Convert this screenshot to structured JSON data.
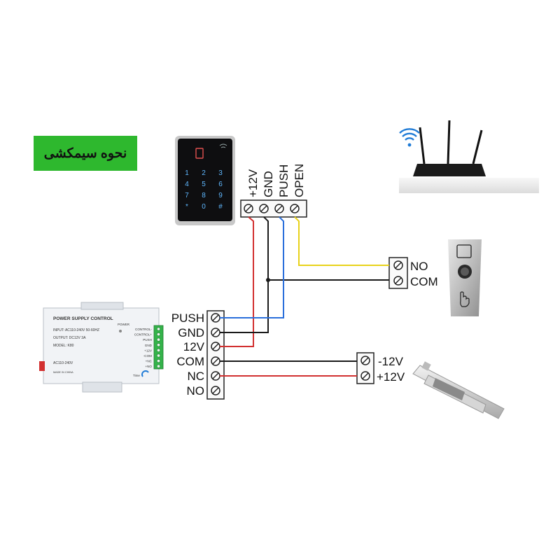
{
  "title_badge": {
    "text": "نحوه سیمکشی",
    "bg": "#2eb82e"
  },
  "keypad": {
    "keys": [
      "1",
      "2",
      "3",
      "4",
      "5",
      "6",
      "7",
      "8",
      "9",
      "*",
      "0",
      "#"
    ],
    "terminals": [
      "+12V",
      "GND",
      "PUSH",
      "OPEN"
    ]
  },
  "power_supply": {
    "title": "POWER SUPPLY CONTROL",
    "power_label": "POWER",
    "spec_lines": [
      "INPUT: AC110-240V  50-60HZ",
      "OUTPUT: DC12V  3A",
      "MODEL: K80"
    ],
    "ac_label": "AC110-240V",
    "made_in": "MADE IN CHINA",
    "time_label": "Time",
    "side_pins": [
      "CONTROL-",
      "CONTROL+",
      "PUSH",
      "GND",
      "+12V",
      "-COM",
      "+NC",
      "+NO"
    ],
    "terminals": [
      "PUSH",
      "GND",
      "12V",
      "COM",
      "NC",
      "NO"
    ]
  },
  "exit_button": {
    "terminals": [
      "NO",
      "COM"
    ]
  },
  "lock": {
    "terminals": [
      "-12V",
      "+12V"
    ]
  },
  "wire_colors": {
    "red": "#d23030",
    "black": "#1a1a1a",
    "blue": "#2a6fdb",
    "yellow": "#e8d21a"
  }
}
